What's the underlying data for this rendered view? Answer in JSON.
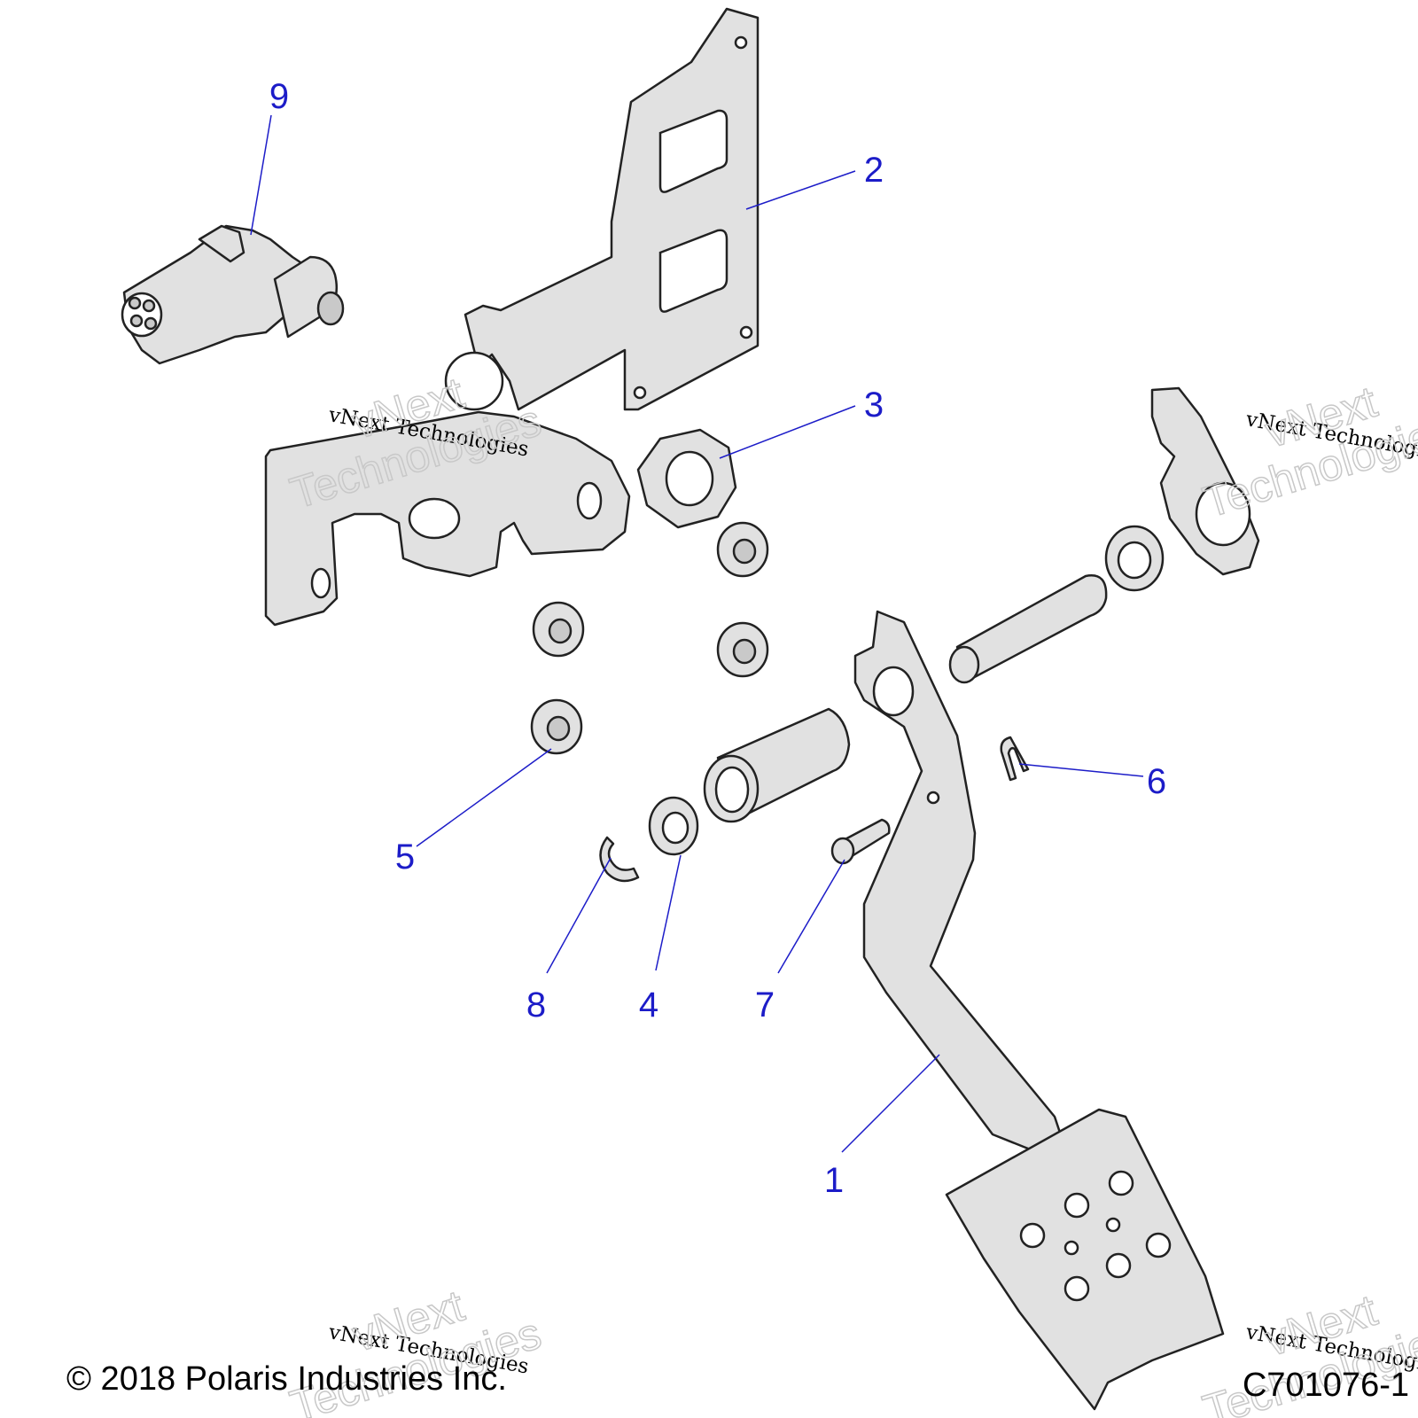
{
  "callouts": {
    "c1": "1",
    "c2": "2",
    "c3": "3",
    "c4": "4",
    "c5": "5",
    "c6": "6",
    "c7": "7",
    "c8": "8",
    "c9": "9"
  },
  "footer": {
    "copyright": "© 2018 Polaris Industries Inc.",
    "figure_id": "C701076-1"
  },
  "watermark": {
    "line": "vNext Technologies",
    "word1": "vNext",
    "word2": "Technologies"
  },
  "colors": {
    "callout": "#1c1cc8",
    "part_fill": "#e1e1e1",
    "outline": "#222222"
  }
}
